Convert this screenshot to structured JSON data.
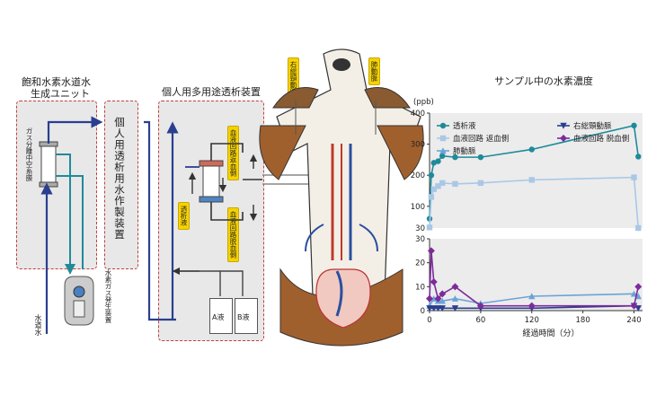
{
  "left_unit": {
    "title_line1": "飽和水素水道水",
    "title_line2": "生成ユニット",
    "membrane_label": "ガス分離中空糸膜",
    "tap_water": "水道水",
    "generator_label": "水素ガス発生装置"
  },
  "mid_unit": {
    "label": "個人用透析用水作製装置"
  },
  "dialysis_unit": {
    "title": "個人用多用途透析装置",
    "tag_return": "血液回路返血側",
    "tag_dialysate": "透析液",
    "tag_removal": "血液回路脱血側",
    "solution_a": "A液",
    "solution_b": "B液"
  },
  "dog": {
    "tag_carotid": "右総頸動脈",
    "tag_pulmonary": "肺動脈"
  },
  "colors": {
    "dialysate": "#1f8a9a",
    "return_side": "#a9c8e6",
    "pulmonary": "#6aa3d8",
    "carotid": "#2a3f8f",
    "removal_side": "#7d2b9a"
  },
  "chart_data": {
    "type": "line",
    "title": "サンプル中の水素濃度",
    "ylabel": "(ppb)",
    "xlabel": "経過時間（分）",
    "xticks": [
      0,
      60,
      120,
      180,
      240
    ],
    "upper_yticks": [
      30,
      100,
      200,
      300,
      400
    ],
    "lower_yticks": [
      0,
      10,
      20,
      30
    ],
    "xlim": [
      0,
      250
    ],
    "upper_ylim": [
      30,
      400
    ],
    "lower_ylim": [
      0,
      30
    ],
    "grid": false,
    "legend": "top",
    "series": [
      {
        "name": "透析液",
        "marker": "circle",
        "color": "#1f8a9a",
        "panel": "upper",
        "x": [
          0,
          2,
          5,
          10,
          15,
          30,
          60,
          120,
          240,
          245
        ],
        "y": [
          60,
          200,
          240,
          245,
          262,
          258,
          258,
          283,
          360,
          260
        ]
      },
      {
        "name": "血液回路 返血側",
        "marker": "square",
        "color": "#a9c8e6",
        "panel": "upper",
        "x": [
          0,
          2,
          5,
          10,
          15,
          30,
          60,
          120,
          240,
          245
        ],
        "y": [
          32,
          130,
          155,
          165,
          175,
          172,
          175,
          185,
          193,
          30
        ]
      },
      {
        "name": "肺動脈",
        "marker": "triangle-up",
        "color": "#6aa3d8",
        "panel": "lower",
        "x": [
          0,
          5,
          10,
          15,
          30,
          60,
          120,
          240,
          245
        ],
        "y": [
          2,
          5,
          4,
          4,
          5,
          3,
          6,
          7,
          6
        ]
      },
      {
        "name": "右総頸動脈",
        "marker": "triangle-down",
        "color": "#2a3f8f",
        "panel": "lower",
        "x": [
          0,
          5,
          10,
          15,
          30,
          60,
          120,
          240,
          245
        ],
        "y": [
          1,
          1,
          1,
          1,
          1,
          1,
          1,
          2,
          1
        ]
      },
      {
        "name": "血液回路 脱血側",
        "marker": "diamond",
        "color": "#7d2b9a",
        "panel": "lower",
        "x": [
          0,
          2,
          5,
          10,
          15,
          30,
          60,
          120,
          240,
          245
        ],
        "y": [
          5,
          25,
          12,
          5,
          7,
          10,
          2,
          2,
          2,
          10
        ]
      }
    ]
  }
}
